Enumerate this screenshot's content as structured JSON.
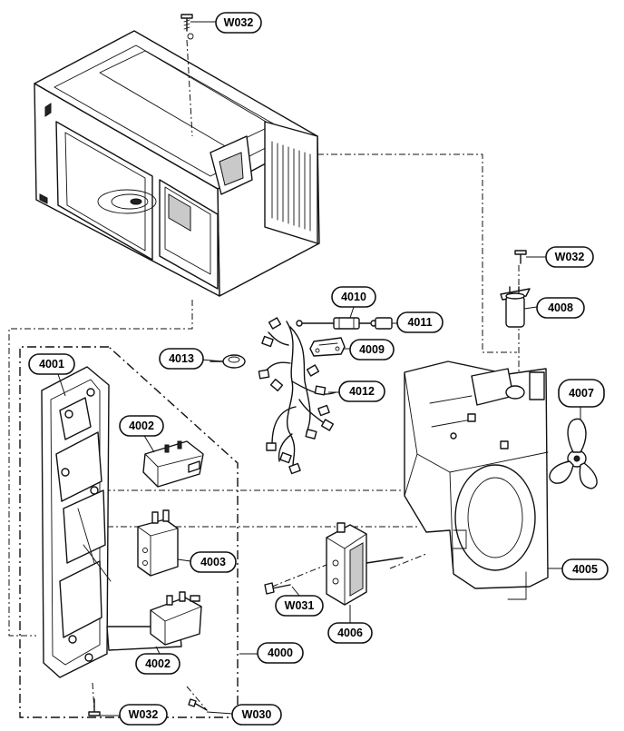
{
  "labels": {
    "w032_top": "W032",
    "w032_right": "W032",
    "w032_bottom": "W032",
    "w030": "W030",
    "w031": "W031",
    "p4000": "4000",
    "p4001": "4001",
    "p4002_top": "4002",
    "p4002_bottom": "4002",
    "p4003": "4003",
    "p4005": "4005",
    "p4006": "4006",
    "p4007": "4007",
    "p4008": "4008",
    "p4009": "4009",
    "p4010": "4010",
    "p4011": "4011",
    "p4012": "4012",
    "p4013": "4013"
  }
}
